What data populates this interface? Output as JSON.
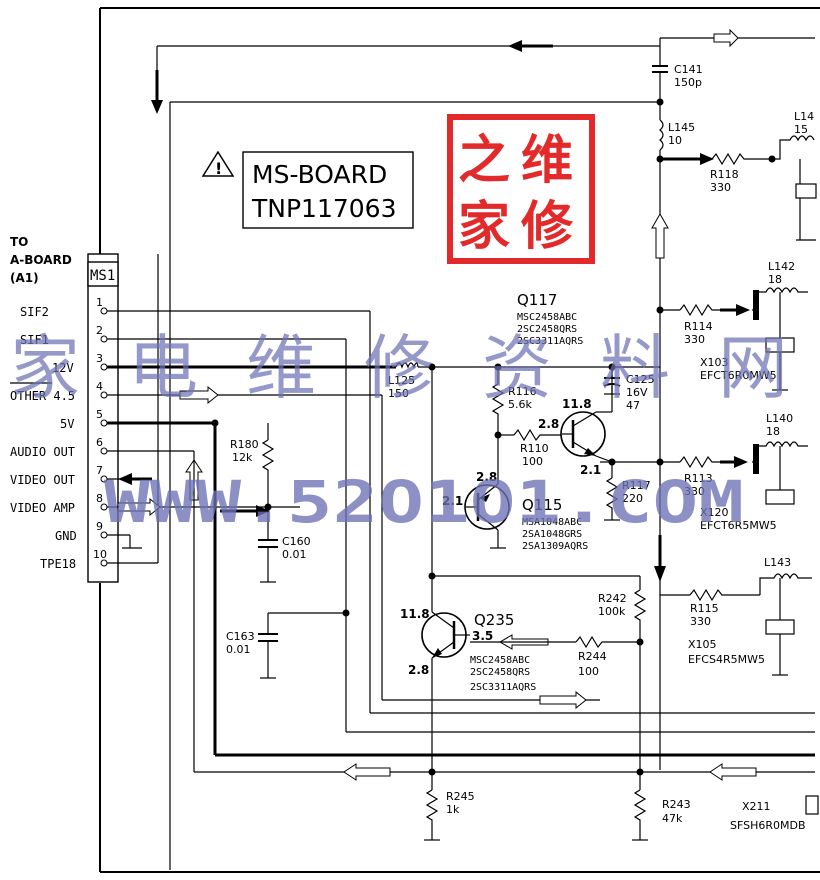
{
  "board": {
    "name": "MS-BOARD",
    "part": "TNP117063"
  },
  "to_board": {
    "line1": "TO",
    "line2": "A-BOARD",
    "line3": "(A1)"
  },
  "connector": {
    "name": "MS1",
    "pins": [
      {
        "num": "1",
        "label": "SIF2"
      },
      {
        "num": "2",
        "label": "SIF1"
      },
      {
        "num": "3",
        "label": "12V"
      },
      {
        "num": "4",
        "label": "OTHER 4.5"
      },
      {
        "num": "5",
        "label": "5V"
      },
      {
        "num": "6",
        "label": "AUDIO OUT"
      },
      {
        "num": "7",
        "label": "VIDEO OUT"
      },
      {
        "num": "8",
        "label": "VIDEO AMP"
      },
      {
        "num": "9",
        "label": "GND"
      },
      {
        "num": "10",
        "label": "TPE18"
      }
    ]
  },
  "components": {
    "c141": {
      "ref": "C141",
      "val": "150p"
    },
    "l145": {
      "ref": "L145",
      "val": "10"
    },
    "l14x": {
      "ref": "L14",
      "val": "15"
    },
    "r118": {
      "ref": "R118",
      "val": "330"
    },
    "l142": {
      "ref": "L142",
      "val": "18"
    },
    "r114": {
      "ref": "R114",
      "val": "330"
    },
    "x103": {
      "ref": "X103",
      "val": "EFCT6R0MW5"
    },
    "l140": {
      "ref": "L140",
      "val": "18"
    },
    "r113": {
      "ref": "R113",
      "val": "330"
    },
    "x120": {
      "ref": "X120",
      "val": "EFCT6R5MW5"
    },
    "l143": {
      "ref": "L143"
    },
    "r115": {
      "ref": "R115",
      "val": "330"
    },
    "x105": {
      "ref": "X105",
      "val": "EFCS4R5MW5"
    },
    "x211": {
      "ref": "X211",
      "val": "SFSH6R0MDB"
    },
    "l125": {
      "ref": "L125",
      "val": "150"
    },
    "r116": {
      "ref": "R116",
      "val": "5.6k"
    },
    "c125": {
      "ref": "C125",
      "val1": "16V",
      "val2": "47"
    },
    "r110": {
      "ref": "R110",
      "val": "100"
    },
    "r117": {
      "ref": "R117",
      "val": "220"
    },
    "r180": {
      "ref": "R180",
      "val": "12k"
    },
    "c160": {
      "ref": "C160",
      "val": "0.01"
    },
    "c163": {
      "ref": "C163",
      "val": "0.01"
    },
    "r242": {
      "ref": "R242",
      "val": "100k"
    },
    "r244": {
      "ref": "R244",
      "val": "100"
    },
    "r245": {
      "ref": "R245",
      "val": "1k"
    },
    "r243": {
      "ref": "R243",
      "val": "47k"
    }
  },
  "transistors": {
    "q117": {
      "ref": "Q117",
      "parts": [
        "MSC2458ABC",
        "2SC2458QRS",
        "2SC3311AQRS"
      ]
    },
    "q115": {
      "ref": "Q115",
      "parts": [
        "MSA1048ABC",
        "2SA1048GRS",
        "2SA1309AQRS"
      ]
    },
    "q235": {
      "ref": "Q235",
      "parts": [
        "MSC2458ABC",
        "2SC2458QRS",
        "2SC3311AQRS"
      ]
    }
  },
  "voltages": {
    "q117_c": "11.8",
    "q117_b": "2.8",
    "q117_e": "2.1",
    "q115_top": "2.8",
    "q115_left": "2.1",
    "q235_c": "11.8",
    "q235_b": "3.5",
    "q235_e": "2.8"
  },
  "watermark": {
    "stamp": [
      "之",
      "维",
      "家",
      "修"
    ],
    "row": [
      "家",
      "电",
      "维",
      "修",
      "资",
      "料",
      "网"
    ],
    "url": "WWW.52O1O1.COM"
  },
  "colors": {
    "stamp_red": "#e22a2a",
    "watermark_blue": "#6d72b6"
  }
}
